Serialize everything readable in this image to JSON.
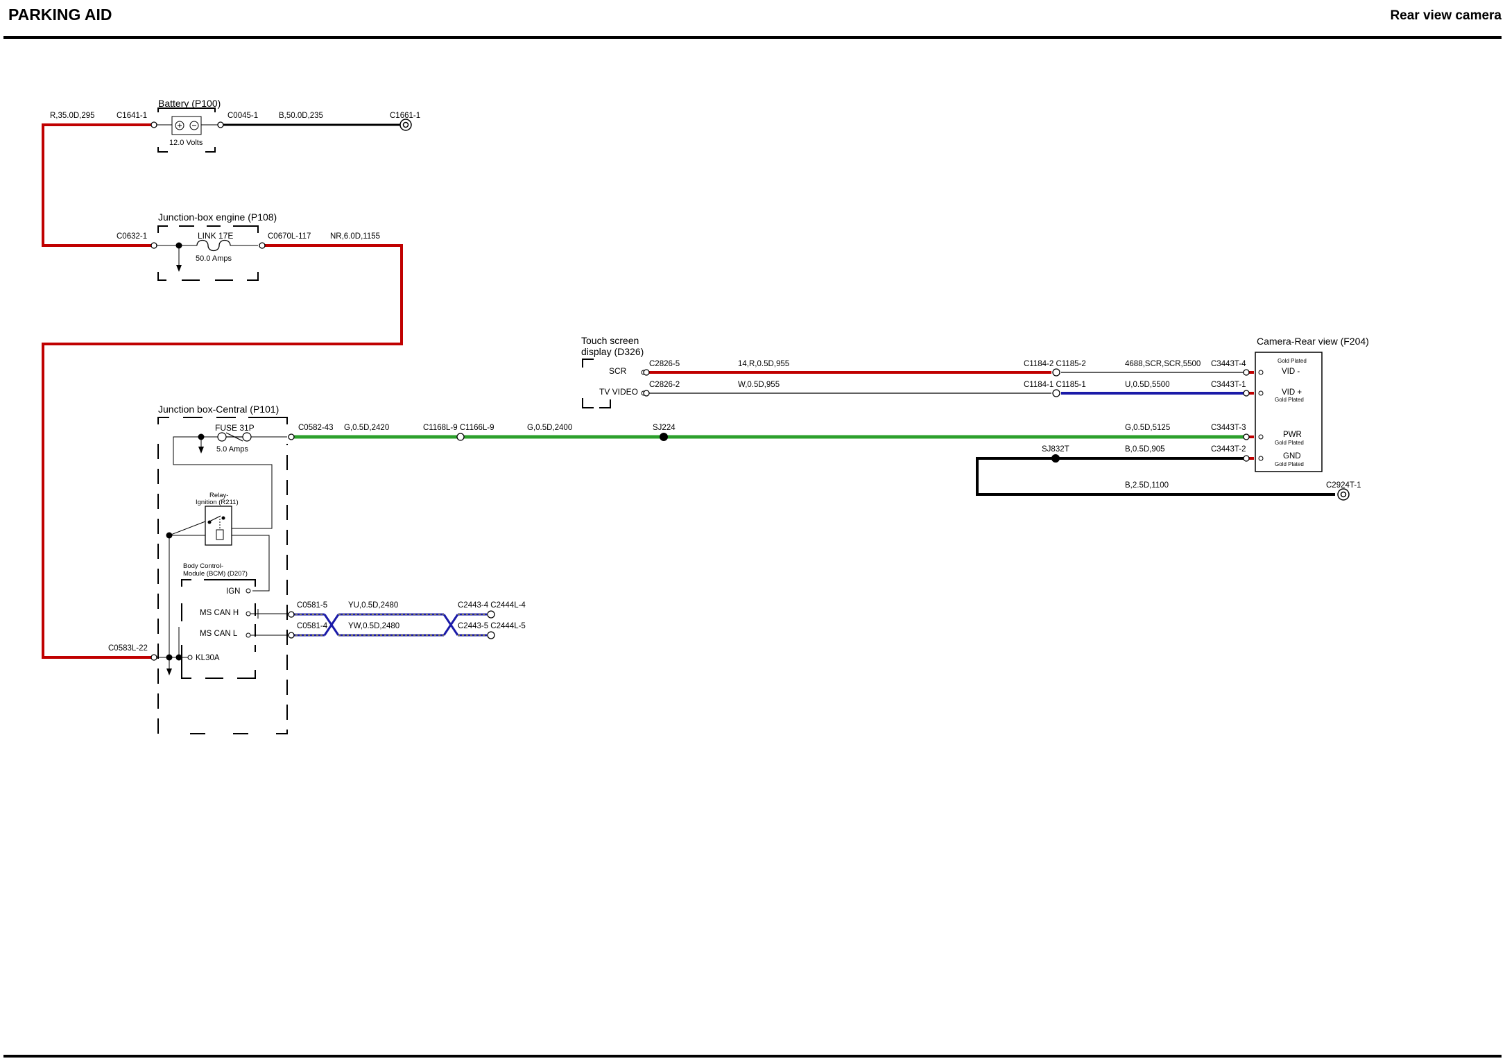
{
  "header": {
    "title": "PARKING AID",
    "subtitle": "Rear view camera"
  },
  "components": {
    "battery": {
      "name": "Battery (P100)",
      "voltage": "12.0 Volts"
    },
    "jb_engine": {
      "name": "Junction-box engine (P108)",
      "link": "LINK 17E",
      "rating": "50.0 Amps"
    },
    "jb_central": {
      "name": "Junction box-Central (P101)",
      "fuse": "FUSE 31P",
      "rating": "5.0 Amps"
    },
    "relay": {
      "name1": "Relay-",
      "name2": "Ignition (R211)"
    },
    "bcm": {
      "name1": "Body Control-",
      "name2": "Module (BCM) (D207)",
      "ign": "IGN",
      "can_h": "MS CAN H",
      "can_l": "MS CAN L",
      "kl30a": "KL30A"
    },
    "display": {
      "name1": "Touch screen",
      "name2": "display (D326)",
      "scr": "SCR",
      "tv": "TV VIDEO"
    },
    "camera": {
      "name": "Camera-Rear view (F204)",
      "vid_minus": "VID -",
      "vid_plus": "VID +",
      "pwr": "PWR",
      "gnd": "GND",
      "gold": "Gold Plated"
    }
  },
  "connectors": {
    "c1641": "C1641-1",
    "c0045": "C0045-1",
    "c1661": "C1661-1",
    "c0632": "C0632-1",
    "c0670": "C0670L-117",
    "c0582": "C0582-43",
    "c1168": "C1168L-9 C1166L-9",
    "c0583": "C0583L-22",
    "c0581_5": "C0581-5",
    "c0581_4": "C0581-4",
    "c2443_4": "C2443-4 C2444L-4",
    "c2443_5": "C2443-5 C2444L-5",
    "c2826_5": "C2826-5",
    "c2826_2": "C2826-2",
    "c1184_2": "C1184-2 C1185-2",
    "c1184_1": "C1184-1 C1185-1",
    "c3443_4": "C3443T-4",
    "c3443_1": "C3443T-1",
    "c3443_3": "C3443T-3",
    "c3443_2": "C3443T-2",
    "c2924": "C2924T-1",
    "sj224": "SJ224",
    "sj832": "SJ832T"
  },
  "wires": {
    "w1": "R,35.0D,295",
    "w2": "B,50.0D,235",
    "w3": "NR,6.0D,1155",
    "w4": "G,0.5D,2420",
    "w5": "G,0.5D,2400",
    "w6": "G,0.5D,5125",
    "w7": "B,0.5D,905",
    "w8": "B,2.5D,1100",
    "w9": "14,R,0.5D,955",
    "w10": "W,0.5D,955",
    "w11": "4688,SCR,SCR,5500",
    "w12": "U,0.5D,5500",
    "w13": "YU,0.5D,2480",
    "w14": "YW,0.5D,2480"
  },
  "colors": {
    "red": "#c00000",
    "green": "#2ca02c",
    "blue": "#1a1aa8",
    "black": "#000000",
    "yellow": "#e8e000"
  }
}
